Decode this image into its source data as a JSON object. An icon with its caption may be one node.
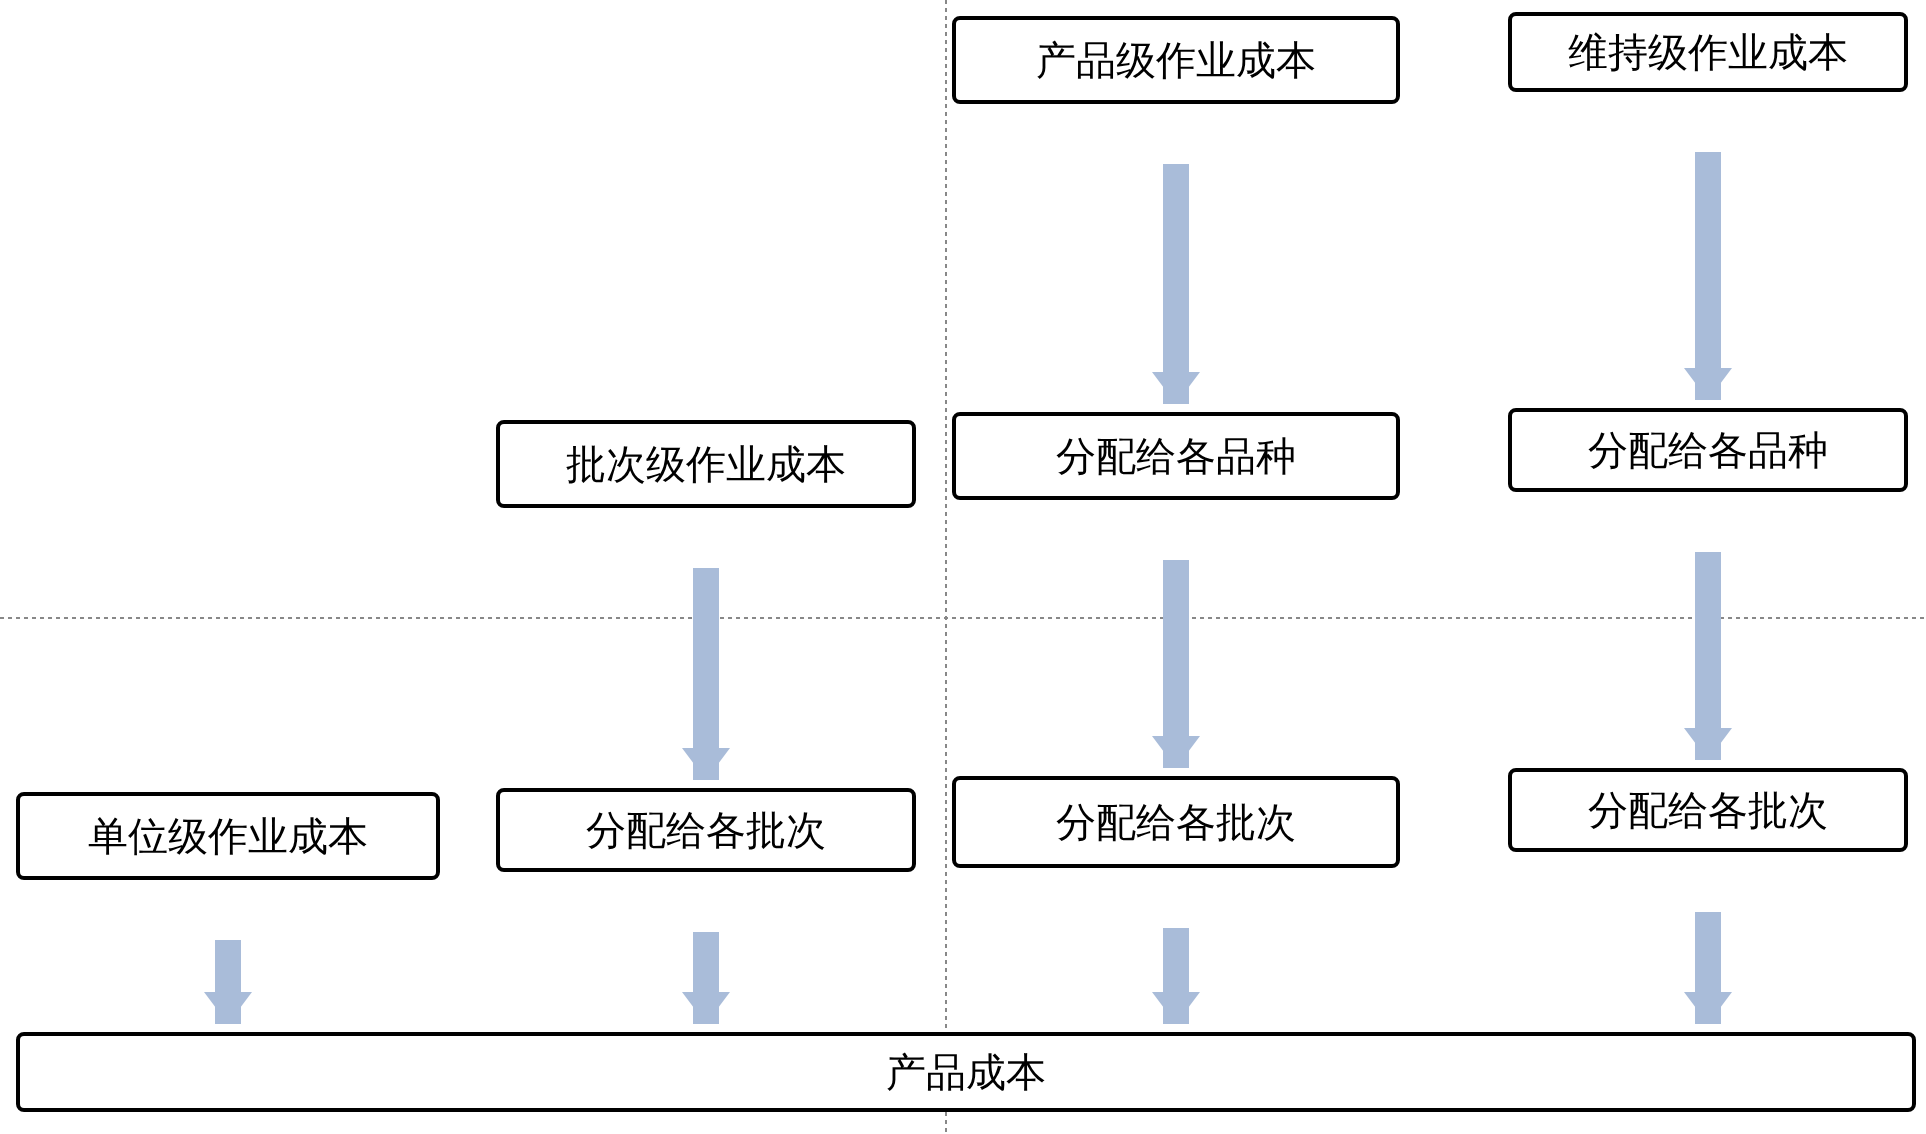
{
  "diagram": {
    "nodes": [
      {
        "text": [
          "产品级作业成本"
        ]
      },
      {
        "text": [
          "维持级作业成本"
        ]
      },
      {
        "text": [
          "批次级作业成本"
        ]
      },
      {
        "text": [
          "分配给各品种"
        ]
      },
      {
        "text": [
          "分配给各品种"
        ]
      },
      {
        "text": [
          "单位级作业成本"
        ]
      },
      {
        "text": [
          "分配给各批次"
        ]
      },
      {
        "text": [
          "分配给各批次"
        ]
      },
      {
        "text": [
          "分配给各批次"
        ]
      },
      {
        "text": [
          "产品成本"
        ]
      }
    ],
    "edges": [
      {
        "from": 0,
        "to": 3,
        "arrow": "to"
      },
      {
        "from": 1,
        "to": 4,
        "arrow": "to"
      },
      {
        "from": 2,
        "to": 6,
        "arrow": "to"
      },
      {
        "from": 3,
        "to": 7,
        "arrow": "to"
      },
      {
        "from": 4,
        "to": 8,
        "arrow": "to"
      },
      {
        "from": 5,
        "to": 9,
        "arrow": "to"
      },
      {
        "from": 6,
        "to": 9,
        "arrow": "to"
      },
      {
        "from": 7,
        "to": 9,
        "arrow": "to"
      },
      {
        "from": 8,
        "to": 9,
        "arrow": "to"
      }
    ]
  }
}
